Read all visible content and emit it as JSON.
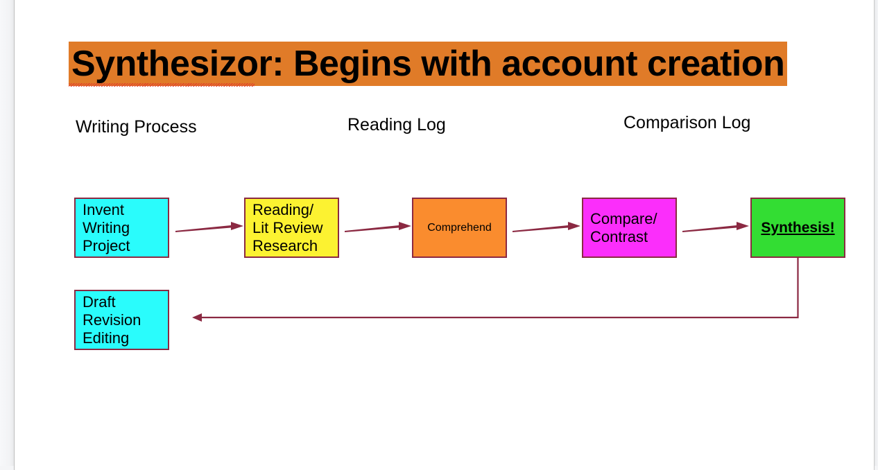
{
  "document": {
    "title": "Synthesizor: Begins with account creation",
    "title_highlight_color": "#e07b28",
    "has_spellcheck_underline": true,
    "spellcheck_word": "Synthesizor"
  },
  "columns": [
    {
      "id": "writing-process",
      "label": "Writing Process"
    },
    {
      "id": "reading-log",
      "label": "Reading Log"
    },
    {
      "id": "comparison-log",
      "label": "Comparison Log"
    }
  ],
  "flow": {
    "boxes": [
      {
        "id": "invent",
        "label": "Invent\nWriting\nProject",
        "color": "#2afcfc",
        "border": "#8b2942"
      },
      {
        "id": "reading",
        "label": "Reading/\nLit Review\nResearch",
        "color": "#fcf231",
        "border": "#8b2942"
      },
      {
        "id": "comprehend",
        "label": "Comprehend",
        "color": "#fa8c2e",
        "border": "#8b2942"
      },
      {
        "id": "compare",
        "label": "Compare/\nContrast",
        "color": "#fb2efb",
        "border": "#8b2942"
      },
      {
        "id": "synthesis",
        "label": "Synthesis!",
        "color": "#33dd33",
        "border": "#8b2942"
      },
      {
        "id": "draft",
        "label": "Draft\nRevision\nEditing",
        "color": "#2afcfc",
        "border": "#8b2942"
      }
    ],
    "connectors": [
      {
        "id": "invent-to-reading",
        "from": "invent",
        "to": "reading",
        "direction": "right"
      },
      {
        "id": "reading-to-comprehend",
        "from": "reading",
        "to": "comprehend",
        "direction": "right"
      },
      {
        "id": "comprehend-to-compare",
        "from": "comprehend",
        "to": "compare",
        "direction": "right"
      },
      {
        "id": "compare-to-synthesis",
        "from": "compare",
        "to": "synthesis",
        "direction": "right"
      },
      {
        "id": "synthesis-to-draft",
        "from": "synthesis",
        "to": "draft",
        "direction": "left-return"
      }
    ],
    "arrow_color": "#8b2942"
  }
}
